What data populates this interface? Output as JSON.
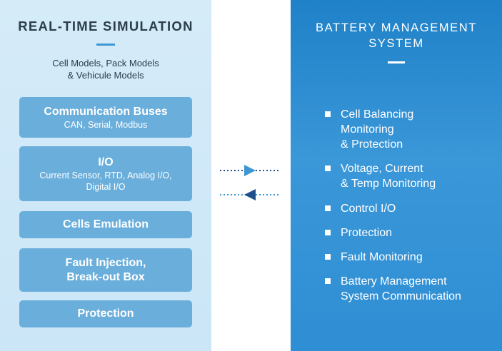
{
  "left": {
    "title": "REAL-TIME SIMULATION",
    "subtitle_lines": [
      "Cell Models, Pack Models",
      "& Vehicule Models"
    ],
    "boxes": [
      {
        "title_lines": [
          "Communication Buses"
        ],
        "sub_lines": [
          "CAN, Serial, Modbus"
        ]
      },
      {
        "title_lines": [
          "I/O"
        ],
        "sub_lines": [
          "Current Sensor, RTD, Analog I/O,",
          "Digital I/O"
        ]
      },
      {
        "title_lines": [
          "Cells Emulation"
        ],
        "sub_lines": []
      },
      {
        "title_lines": [
          "Fault Injection,",
          "Break-out Box"
        ],
        "sub_lines": []
      },
      {
        "title_lines": [
          "Protection"
        ],
        "sub_lines": []
      }
    ]
  },
  "right": {
    "title_lines": [
      "BATTERY MANAGEMENT",
      "SYSTEM"
    ],
    "bullets": [
      {
        "lines": [
          "Cell Balancing",
          "Monitoring",
          "& Protection"
        ]
      },
      {
        "lines": [
          "Voltage, Current",
          "& Temp Monitoring"
        ]
      },
      {
        "lines": [
          "Control I/O"
        ]
      },
      {
        "lines": [
          "Protection"
        ]
      },
      {
        "lines": [
          "Fault Monitoring"
        ]
      },
      {
        "lines": [
          "Battery Management",
          "System Communication"
        ]
      }
    ]
  },
  "colors": {
    "left_panel": "#d2e9f8",
    "box": "#6aaedb",
    "right_panel": "#2a8bd1",
    "arrow_right": "#3e97d3",
    "arrow_left": "#1f4f8a"
  },
  "arrows": [
    {
      "direction": "right",
      "icon": "arrow-right-icon"
    },
    {
      "direction": "left",
      "icon": "arrow-left-icon"
    }
  ]
}
